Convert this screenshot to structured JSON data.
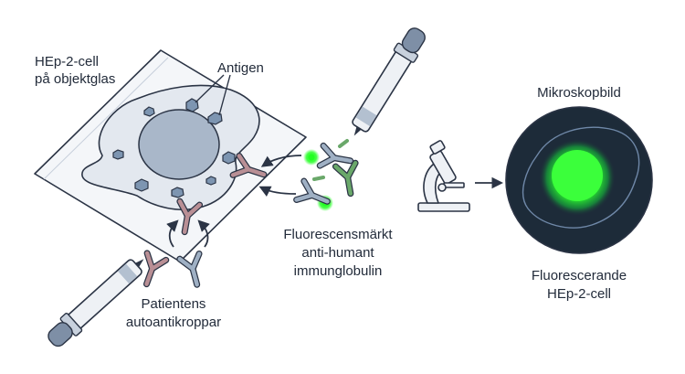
{
  "labels": {
    "cell_line1": "HEp-2-cell",
    "cell_line2": "på objektglas",
    "antigen": "Antigen",
    "fluor_line1": "Fluorescensmärkt",
    "fluor_line2": "anti-humant",
    "fluor_line3": "immunglobulin",
    "patient_line1": "Patientens",
    "patient_line2": "autoantikroppar",
    "micro_title": "Mikroskopbild",
    "result_line1": "Fluorescerande",
    "result_line2": "HEp-2-cell"
  },
  "colors": {
    "outline": "#2b3445",
    "slide": "#f4f6f9",
    "cell_fill": "#e3e8ef",
    "nucleus": "#a9b7c9",
    "antigen": "#7d95b1",
    "autoantibody": "#b98f95",
    "anti_ig_light": "#9fb0c4",
    "anti_ig_green": "#6aa86a",
    "fluor_glow": "#22e63a",
    "microscope_bg": "#1d2b39",
    "microscope_glow": "#3bff3b"
  },
  "icons": [
    "pipette-icon",
    "microscope-icon",
    "antibody-icon",
    "arrow-icon"
  ]
}
